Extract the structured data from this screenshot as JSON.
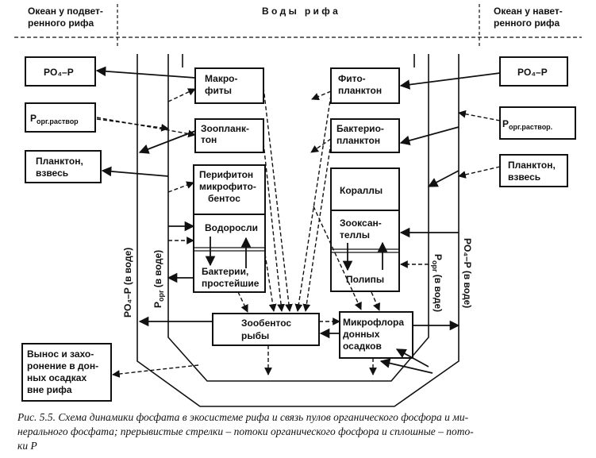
{
  "header": {
    "left": [
      "Океан у подвет-",
      "ренного рифа"
    ],
    "center": "В о д ы   р и ф а",
    "right": [
      "Океан у навет-",
      "ренного рифа"
    ]
  },
  "left_boxes": {
    "po4": "PO₄–P",
    "porg_main": "P",
    "porg_sub": "орг.раствор",
    "plankton": [
      "Планктон,",
      "взвесь"
    ],
    "export": [
      "Вынос и захо-",
      "ронение в дон-",
      "ных осадках",
      "вне рифа"
    ]
  },
  "right_boxes": {
    "po4": "PO₄–P",
    "porg_main": "P",
    "porg_sub": "орг.раствор.",
    "plankton": [
      "Планктон,",
      "взвесь"
    ]
  },
  "inner_boxes": {
    "macrophytes": [
      "Макро-",
      "фиты"
    ],
    "zooplankton": [
      "Зоопланк-",
      "тон"
    ],
    "periphyton": [
      "Перифитон",
      "микрофито-",
      "бентос"
    ],
    "algae": "Водоросли",
    "bacteria": [
      "Бактерии,",
      "простейшие"
    ],
    "phytoplankton": [
      "Фито-",
      "планктон"
    ],
    "bacterioplankton": [
      "Бактерио-",
      "планктон"
    ],
    "corals": "Кораллы",
    "zooxanthellae": [
      "Зооксан-",
      "теллы"
    ],
    "polyps": "Полипы",
    "zoobenthos": [
      "Зообентос",
      "рыбы"
    ],
    "microflora": [
      "Микрофлора",
      "донных",
      "осадков"
    ]
  },
  "channel_labels": {
    "left_outer_main": "PO₄–P (в воде)",
    "left_inner_main": "P",
    "left_inner_sub": "орг",
    "left_inner_rest": "(в воде)",
    "right_inner_main": "P",
    "right_inner_sub": "орг",
    "right_inner_rest": "(в воде)",
    "right_outer_main": "PO₄–P (в воде)"
  },
  "caption": [
    "Рис. 5.5. Схема динамики фосфата в экосистеме рифа и связь пулов органического фосфора и ми-",
    "нерального фосфата; прерывистые стрелки – потоки органического фосфора и сплошные – пото-",
    "ки Р"
  ]
}
